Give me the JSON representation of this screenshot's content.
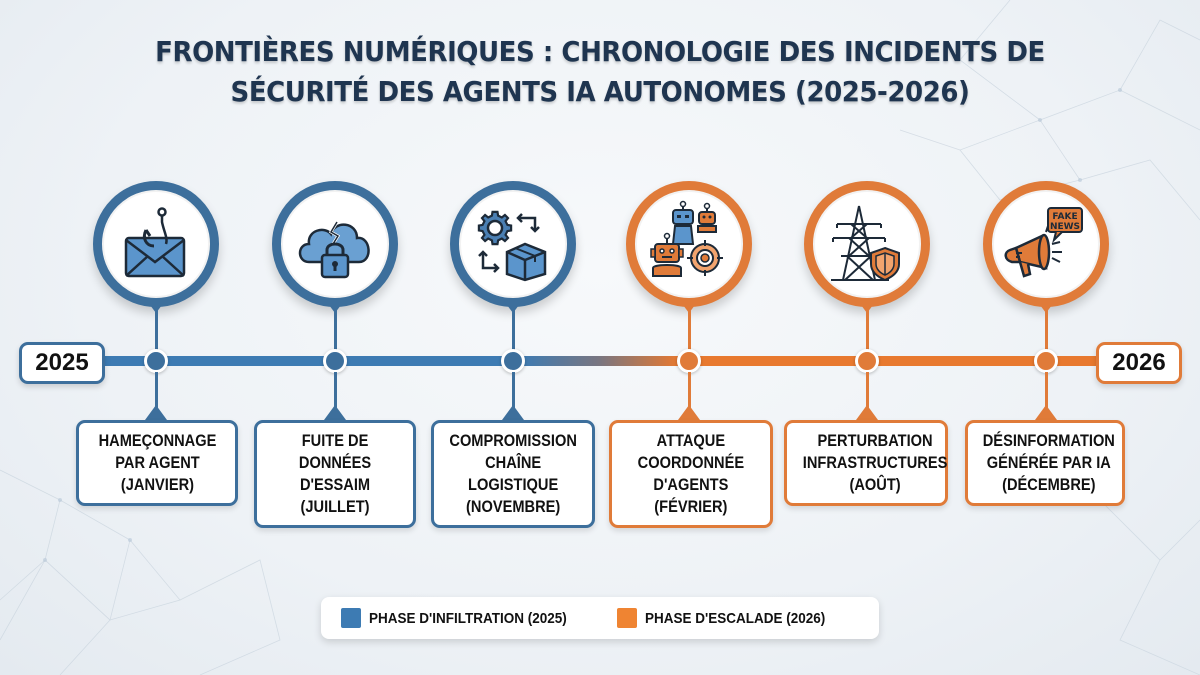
{
  "title": {
    "line1": "FRONTIÈRES NUMÉRIQUES : CHRONOLOGIE DES INCIDENTS DE",
    "line2": "SÉCURITÉ DES AGENTS IA AUTONOMES (2025-2026)"
  },
  "timeline": {
    "start_year": "2025",
    "end_year": "2026"
  },
  "colors": {
    "infiltration": "#3d7bb3",
    "escalade": "#e8792f",
    "title": "#1f3550"
  },
  "events": [
    {
      "phase": "infiltration",
      "icon": "phishing-email-icon",
      "lines": [
        "HAMEÇONNAGE",
        "PAR AGENT",
        "(JANVIER)"
      ]
    },
    {
      "phase": "infiltration",
      "icon": "broken-cloud-lock-icon",
      "lines": [
        "FUITE DE",
        "DONNÉES",
        "D'ESSAIM",
        "(JUILLET)"
      ]
    },
    {
      "phase": "infiltration",
      "icon": "supply-chain-gear-box-icon",
      "lines": [
        "COMPROMISSION",
        "CHAÎNE",
        "LOGISTIQUE",
        "(NOVEMBRE)"
      ]
    },
    {
      "phase": "escalade",
      "icon": "robots-target-icon",
      "lines": [
        "ATTAQUE",
        "COORDONNÉE",
        "D'AGENTS",
        "(FÉVRIER)"
      ]
    },
    {
      "phase": "escalade",
      "icon": "power-pylon-shield-icon",
      "lines": [
        "PERTURBATION",
        "INFRASTRUCTURES",
        "(AOÛT)"
      ]
    },
    {
      "phase": "escalade",
      "icon": "megaphone-fake-news-icon",
      "lines": [
        "DÉSINFORMATION",
        "GÉNÉRÉE PAR IA",
        "(DÉCEMBRE)"
      ]
    }
  ],
  "icon_text": {
    "fake": "FAKE",
    "news": "NEWS"
  },
  "legend": [
    {
      "label": "PHASE D'INFILTRATION (2025)",
      "color": "#3d7bb3"
    },
    {
      "label": "PHASE D'ESCALADE (2026)",
      "color": "#e8792f"
    }
  ]
}
